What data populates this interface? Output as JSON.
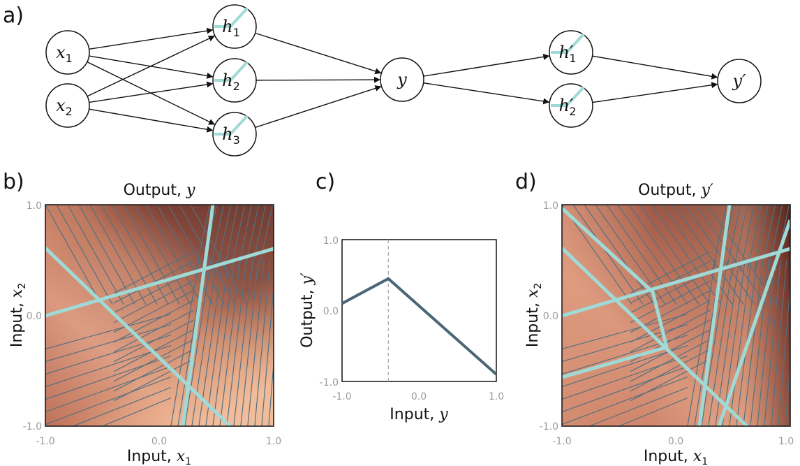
{
  "panel_labels": {
    "a": "a)",
    "b": "b)",
    "c": "c)",
    "d": "d)"
  },
  "colors": {
    "line": "#4a6677",
    "cyan": "#9fdad6",
    "contour": "#557080",
    "dash": "#aaaaaa",
    "tick": "#9a9a9a",
    "heat_light": "#f4bd98",
    "heat_mid": "#c07a60",
    "heat_dark": "#5e271e"
  },
  "network": {
    "nodes": [
      {
        "id": "x1",
        "label": "x",
        "sub": "1",
        "prime": false
      },
      {
        "id": "x2",
        "label": "x",
        "sub": "2",
        "prime": false
      },
      {
        "id": "h1",
        "label": "h",
        "sub": "1",
        "prime": false
      },
      {
        "id": "h2",
        "label": "h",
        "sub": "2",
        "prime": false
      },
      {
        "id": "h3",
        "label": "h",
        "sub": "3",
        "prime": false
      },
      {
        "id": "y",
        "label": "y",
        "sub": "",
        "prime": false
      },
      {
        "id": "hp1",
        "label": "h",
        "sub": "1",
        "prime": true
      },
      {
        "id": "hp2",
        "label": "h",
        "sub": "2",
        "prime": true
      },
      {
        "id": "yp",
        "label": "y",
        "sub": "",
        "prime": true
      }
    ],
    "edges": [
      [
        "x1",
        "h1"
      ],
      [
        "x1",
        "h2"
      ],
      [
        "x1",
        "h3"
      ],
      [
        "x2",
        "h1"
      ],
      [
        "x2",
        "h2"
      ],
      [
        "x2",
        "h3"
      ],
      [
        "h1",
        "y"
      ],
      [
        "h2",
        "y"
      ],
      [
        "h3",
        "y"
      ],
      [
        "y",
        "hp1"
      ],
      [
        "y",
        "hp2"
      ],
      [
        "hp1",
        "yp"
      ],
      [
        "hp2",
        "yp"
      ]
    ]
  },
  "panel_b": {
    "title": "Output, ",
    "title_var": "y",
    "title_prime": "",
    "xlabel": "Input, ",
    "xlabel_var": "x",
    "xlabel_sub": "1",
    "ylabel": "Input, ",
    "ylabel_var": "x",
    "ylabel_sub": "2",
    "xticks": [
      "-1.0",
      "0.0",
      "1.0"
    ],
    "yticks": [
      "1.0",
      "0.0",
      "-1.0"
    ]
  },
  "panel_c": {
    "xlabel": "Input, ",
    "xlabel_var": "y",
    "ylabel": "Output, ",
    "ylabel_var": "y",
    "xticks": [
      "-1.0",
      "0.0",
      "1.0"
    ],
    "yticks": [
      "1.0",
      "0.0",
      "-1.0"
    ]
  },
  "panel_d": {
    "title": "Output, ",
    "title_var": "y",
    "title_prime": "′",
    "xlabel": "Input, ",
    "xlabel_var": "x",
    "xlabel_sub": "1",
    "ylabel": "Input, ",
    "ylabel_var": "x",
    "ylabel_sub": "2",
    "xticks": [
      "-1.0",
      "0.0",
      "1.0"
    ],
    "yticks": [
      "1.0",
      "0.0",
      "-1.0"
    ]
  },
  "chart_data": [
    {
      "type": "line",
      "x": [
        -1.0,
        -0.4,
        1.0
      ],
      "y": [
        0.1,
        0.45,
        -0.9
      ],
      "xlim": [
        -1.0,
        1.0
      ],
      "ylim": [
        -1.0,
        1.0
      ],
      "kink_x": -0.4
    }
  ]
}
